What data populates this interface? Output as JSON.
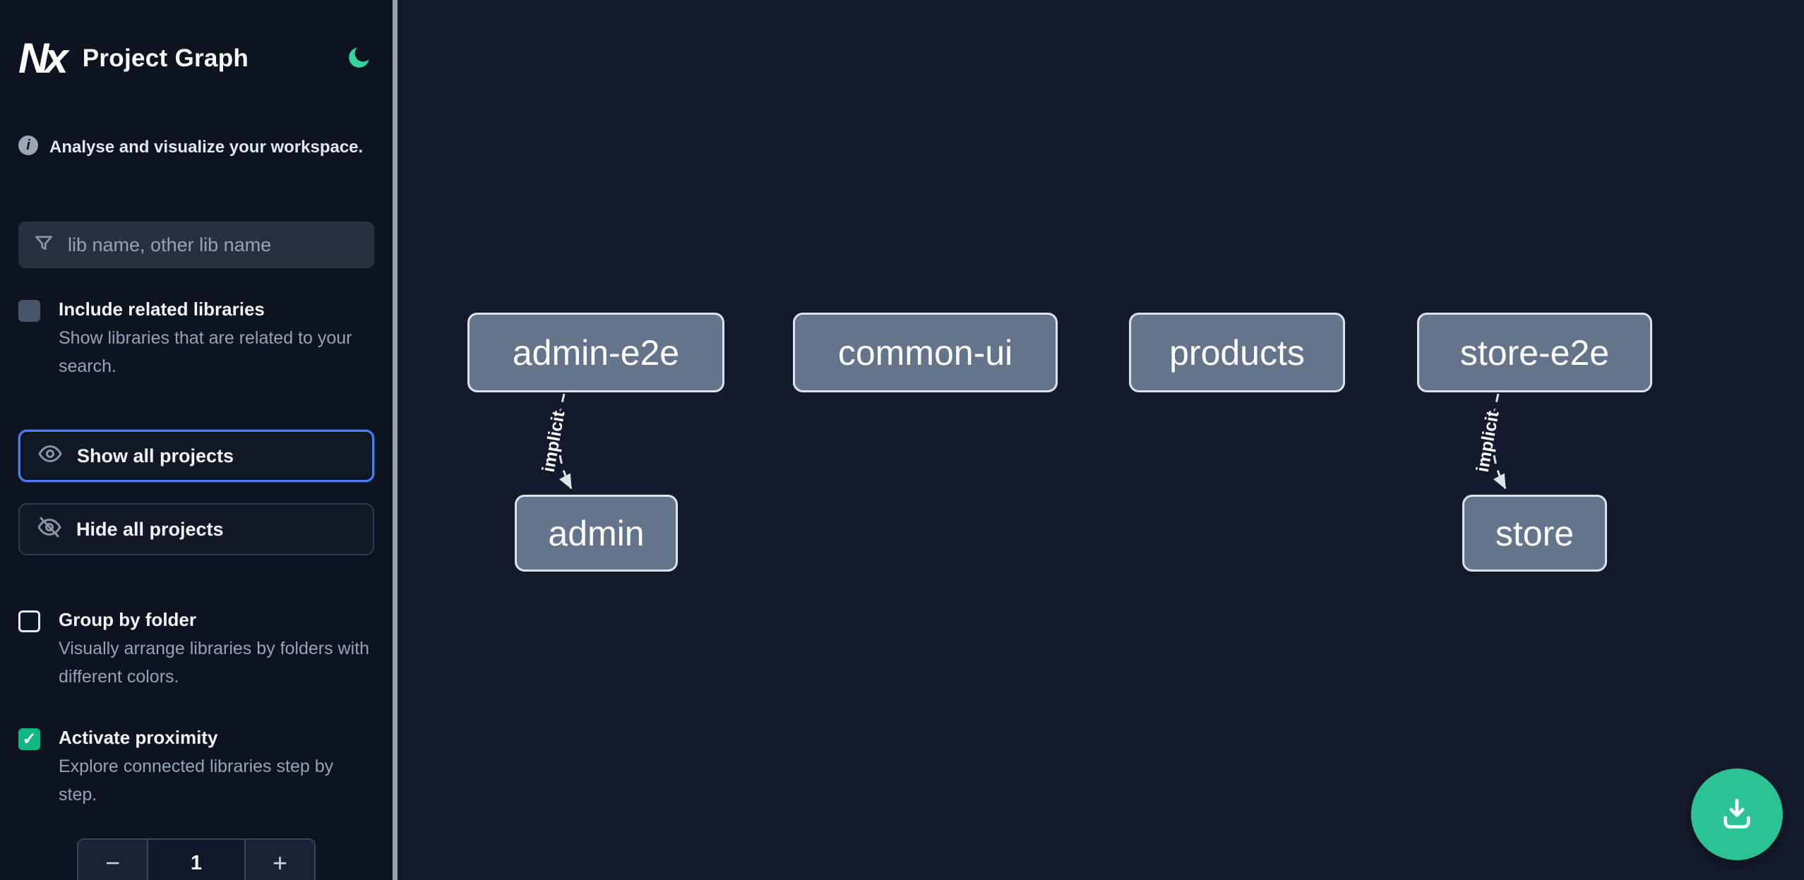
{
  "header": {
    "logo": "Nx",
    "title": "Project Graph"
  },
  "sidebar": {
    "info_text": "Analyse and visualize your workspace.",
    "filter_placeholder": "lib name, other lib name",
    "checkboxes": [
      {
        "id": "include-related-libraries",
        "label": "Include related libraries",
        "description": "Show libraries that are related to your search.",
        "checked": false
      },
      {
        "id": "group-by-folder",
        "label": "Group by folder",
        "description": "Visually arrange libraries by folders with different colors.",
        "checked": false
      },
      {
        "id": "activate-proximity",
        "label": "Activate proximity",
        "description": "Explore connected libraries step by step.",
        "checked": true
      }
    ],
    "show_all_label": "Show all projects",
    "hide_all_label": "Hide all projects",
    "stepper": {
      "decrement": "−",
      "value": "1",
      "increment": "+"
    }
  },
  "graph": {
    "nodes": [
      {
        "id": "admin-e2e",
        "label": "admin-e2e"
      },
      {
        "id": "common-ui",
        "label": "common-ui"
      },
      {
        "id": "products",
        "label": "products"
      },
      {
        "id": "store-e2e",
        "label": "store-e2e"
      },
      {
        "id": "admin",
        "label": "admin"
      },
      {
        "id": "store",
        "label": "store"
      }
    ],
    "edges": [
      {
        "from": "admin-e2e",
        "to": "admin",
        "label": "implicit",
        "style": "dashed"
      },
      {
        "from": "store-e2e",
        "to": "store",
        "label": "implicit",
        "style": "dashed"
      }
    ],
    "node_color": "#64748b",
    "background_color": "#131a2b"
  },
  "icons": {
    "check": "✓",
    "theme": "moon",
    "filter": "funnel",
    "show": "eye",
    "hide": "eye-off",
    "info": "info-circle",
    "download": "download-tray"
  },
  "colors": {
    "accent_green": "#34d399",
    "focus_blue": "#4b7cf6",
    "checkbox_checked": "#10b981",
    "fab_green": "#2cc392"
  }
}
